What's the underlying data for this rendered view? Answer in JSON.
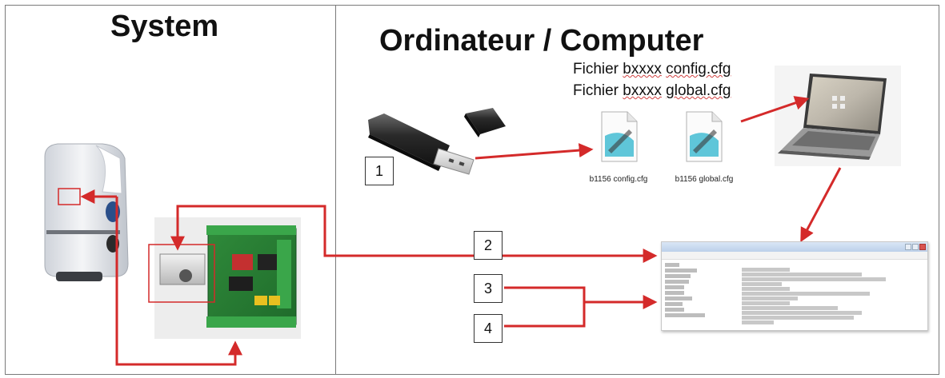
{
  "headings": {
    "system": "System",
    "computer": "Ordinateur / Computer"
  },
  "files": {
    "line1_prefix": "Fichier",
    "line1_code": "bxxxx",
    "line1_name": "config.cfg",
    "line2_prefix": "Fichier",
    "line2_code": "bxxxx",
    "line2_name": "global.cfg",
    "icon1_label": "b1156 config.cfg",
    "icon2_label": "b1156 global.cfg"
  },
  "steps": [
    "1",
    "2",
    "3",
    "4"
  ],
  "colors": {
    "arrow": "#d42a2a",
    "frame": "#7a7a7a"
  },
  "icons": [
    "usb-drive-icon",
    "usb-cap-icon",
    "notepad-file-icon",
    "laptop-icon",
    "charging-station-icon",
    "circuit-board-icon",
    "text-editor-window"
  ]
}
